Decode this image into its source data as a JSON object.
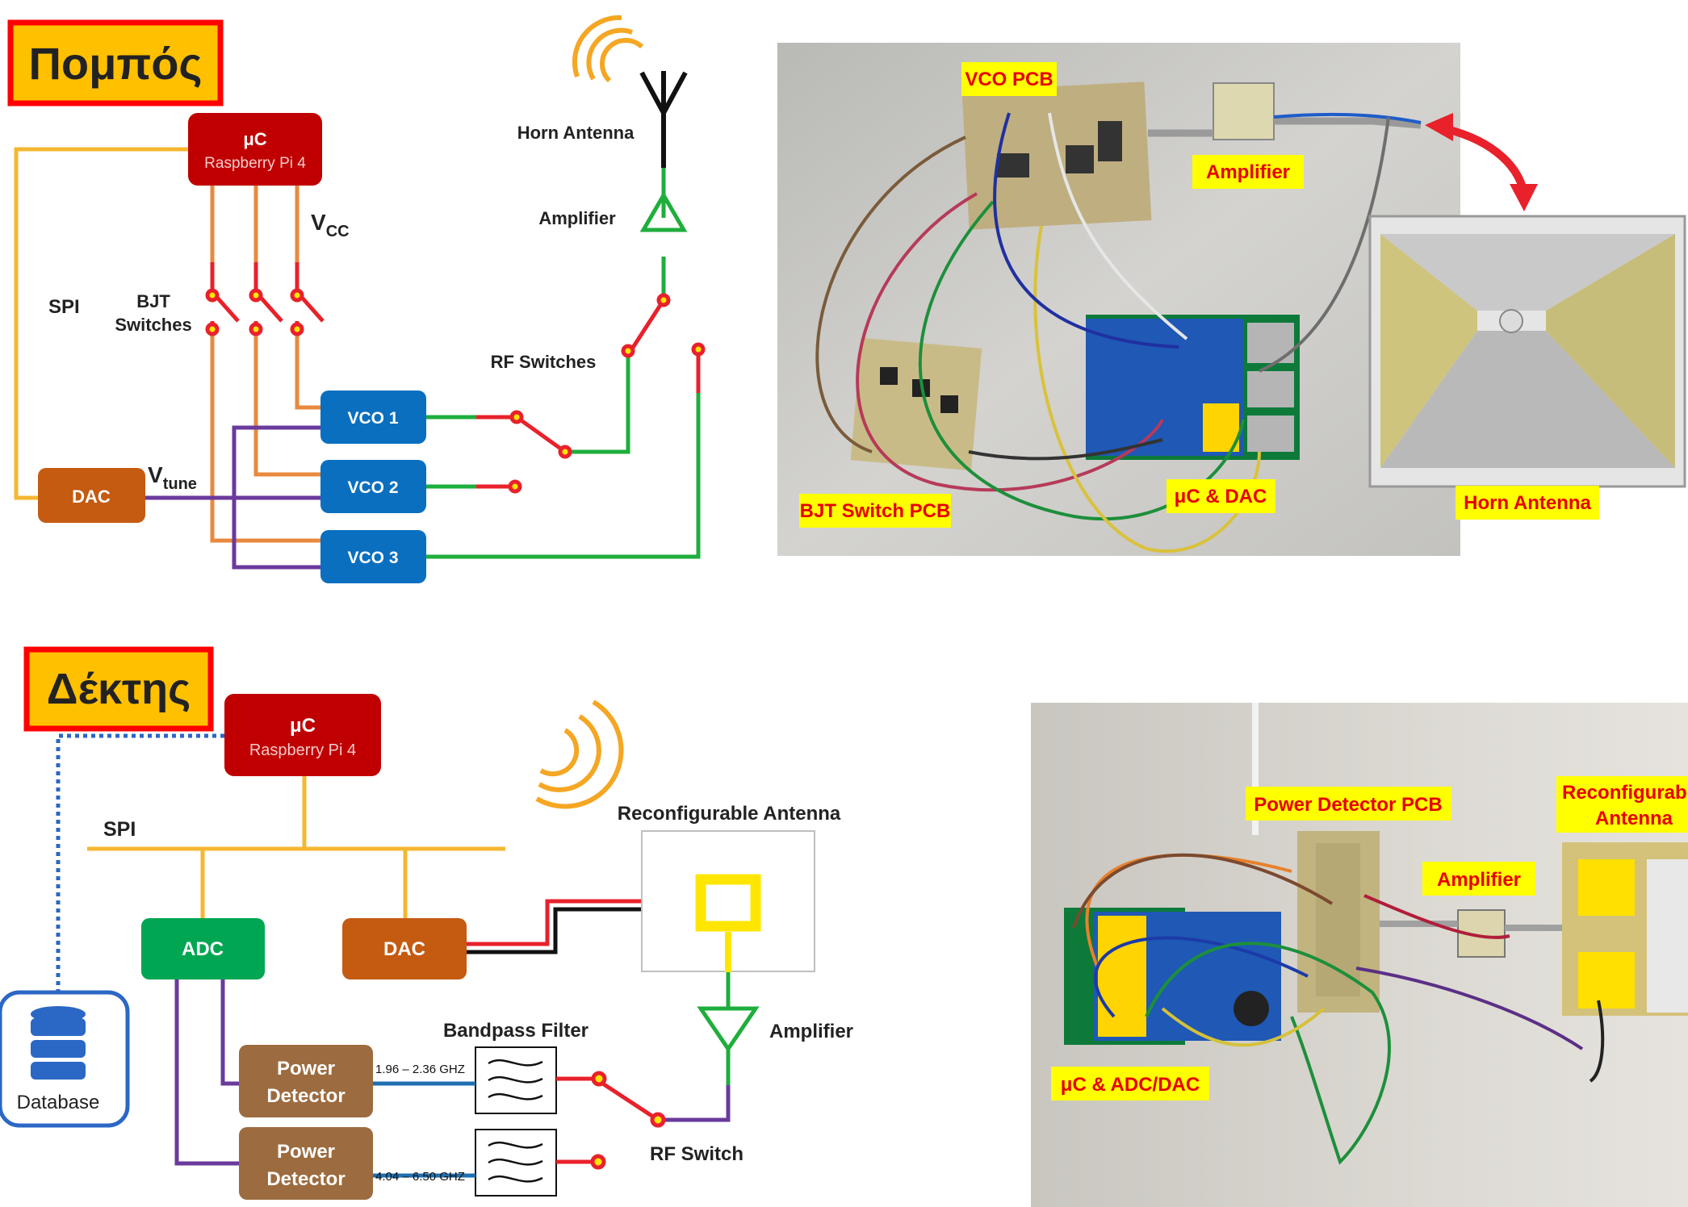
{
  "colors": {
    "supply": "#f5b731",
    "vcc": "#e8893e",
    "tune": "#6a3a9c",
    "spi_label": "#1b2f6b",
    "uc": "#c00000",
    "vco": "#0b6fc0",
    "dac": "#c55a11",
    "adc": "#00a651",
    "detector": "#9c6b3f",
    "rf_green": "#1eae3c",
    "switch_red": "#e8212b",
    "filter_blue": "#1f6fb0",
    "database": "#2b67c5",
    "title_bg": "#ffc000",
    "title_border": "#ff0000",
    "tag_bg": "#ffff00"
  },
  "transmitter": {
    "title": "Πομπός",
    "uc_title": "μC",
    "uc_sub": "Raspberry Pi 4",
    "spi": "SPI",
    "bjt_line1": "BJT",
    "bjt_line2": "Switches",
    "vcc_main": "V",
    "vcc_sub": "CC",
    "vtune_main": "V",
    "vtune_sub": "tune",
    "dac": "DAC",
    "vco1": "VCO 1",
    "vco2": "VCO 2",
    "vco3": "VCO 3",
    "rf_switches": "RF Switches",
    "amplifier": "Amplifier",
    "horn_antenna": "Horn Antenna"
  },
  "transmitter_photo": {
    "vco_pcb": "VCO PCB",
    "amplifier": "Amplifier",
    "bjt_switch_pcb": "BJT Switch PCB",
    "uc_dac": "μC & DAC",
    "horn_antenna": "Horn Antenna"
  },
  "receiver": {
    "title": "Δέκτης",
    "uc_title": "μC",
    "uc_sub": "Raspberry Pi 4",
    "spi": "SPI",
    "adc": "ADC",
    "dac": "DAC",
    "reconf_antenna": "Reconfigurable Antenna",
    "amplifier": "Amplifier",
    "bandpass_filter": "Bandpass Filter",
    "pd1_line1": "Power",
    "pd1_line2": "Detector",
    "pd2_line1": "Power",
    "pd2_line2": "Detector",
    "band1": "1.96 – 2.36 GHZ",
    "band2": "4.04 – 6.50 GHZ",
    "rf_switch": "RF Switch",
    "database": "Database"
  },
  "receiver_photo": {
    "power_detector_pcb": "Power Detector PCB",
    "amplifier": "Amplifier",
    "reconf_line1": "Reconfigurab",
    "reconf_line2": "Antenna",
    "uc_adc_dac": "μC & ADC/DAC"
  }
}
